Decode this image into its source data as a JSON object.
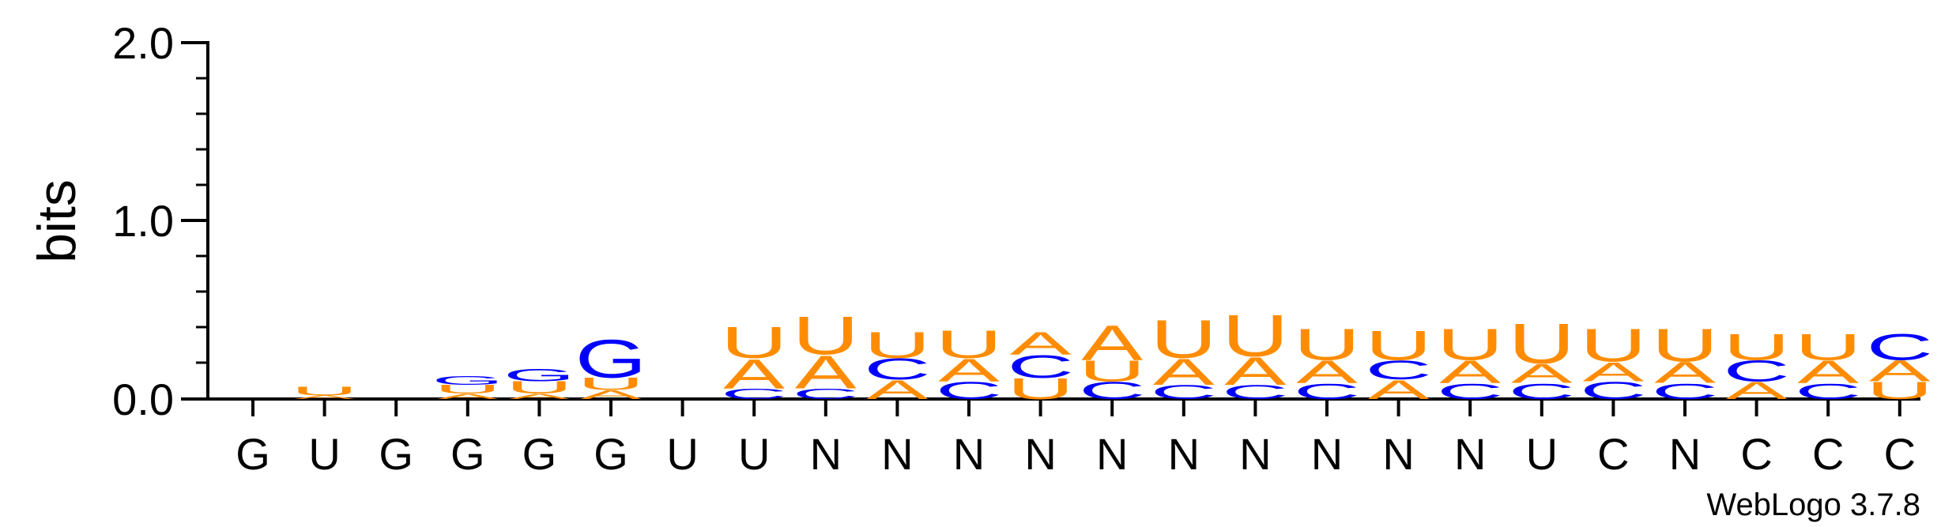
{
  "chart_data": {
    "type": "sequence-logo",
    "ylabel": "bits",
    "ylim": [
      0,
      2.0
    ],
    "yticks": [
      "0.0",
      "1.0",
      "2.0"
    ],
    "credit": "WebLogo 3.7.8",
    "colors": {
      "A": "#ff8c00",
      "U": "#ff8c00",
      "C": "#0000ff",
      "G": "#0000ff"
    },
    "positions": [
      {
        "label": "G",
        "stack": []
      },
      {
        "label": "U",
        "stack": [
          [
            "A",
            0.02
          ],
          [
            "U",
            0.05
          ]
        ]
      },
      {
        "label": "G",
        "stack": []
      },
      {
        "label": "G",
        "stack": [
          [
            "A",
            0.03
          ],
          [
            "U",
            0.05
          ],
          [
            "G",
            0.05
          ]
        ]
      },
      {
        "label": "G",
        "stack": [
          [
            "A",
            0.03
          ],
          [
            "U",
            0.07
          ],
          [
            "G",
            0.07
          ]
        ]
      },
      {
        "label": "G",
        "stack": [
          [
            "A",
            0.05
          ],
          [
            "U",
            0.07
          ],
          [
            "G",
            0.22
          ]
        ]
      },
      {
        "label": "U",
        "stack": []
      },
      {
        "label": "U",
        "stack": [
          [
            "C",
            0.06
          ],
          [
            "A",
            0.17
          ],
          [
            "U",
            0.18
          ]
        ]
      },
      {
        "label": "N",
        "stack": [
          [
            "C",
            0.06
          ],
          [
            "A",
            0.19
          ],
          [
            "U",
            0.22
          ]
        ]
      },
      {
        "label": "N",
        "stack": [
          [
            "A",
            0.11
          ],
          [
            "C",
            0.12
          ],
          [
            "U",
            0.15
          ]
        ]
      },
      {
        "label": "N",
        "stack": [
          [
            "C",
            0.1
          ],
          [
            "A",
            0.13
          ],
          [
            "U",
            0.16
          ]
        ]
      },
      {
        "label": "N",
        "stack": [
          [
            "U",
            0.12
          ],
          [
            "C",
            0.13
          ],
          [
            "A",
            0.13
          ]
        ]
      },
      {
        "label": "N",
        "stack": [
          [
            "C",
            0.1
          ],
          [
            "U",
            0.12
          ],
          [
            "A",
            0.2
          ]
        ]
      },
      {
        "label": "N",
        "stack": [
          [
            "C",
            0.08
          ],
          [
            "A",
            0.15
          ],
          [
            "U",
            0.22
          ]
        ]
      },
      {
        "label": "N",
        "stack": [
          [
            "C",
            0.08
          ],
          [
            "A",
            0.16
          ],
          [
            "U",
            0.24
          ]
        ]
      },
      {
        "label": "N",
        "stack": [
          [
            "C",
            0.09
          ],
          [
            "A",
            0.13
          ],
          [
            "U",
            0.18
          ]
        ]
      },
      {
        "label": "N",
        "stack": [
          [
            "A",
            0.11
          ],
          [
            "C",
            0.11
          ],
          [
            "U",
            0.17
          ]
        ]
      },
      {
        "label": "N",
        "stack": [
          [
            "C",
            0.09
          ],
          [
            "A",
            0.13
          ],
          [
            "U",
            0.18
          ]
        ]
      },
      {
        "label": "U",
        "stack": [
          [
            "C",
            0.09
          ],
          [
            "A",
            0.11
          ],
          [
            "U",
            0.23
          ]
        ]
      },
      {
        "label": "C",
        "stack": [
          [
            "C",
            0.1
          ],
          [
            "A",
            0.11
          ],
          [
            "U",
            0.19
          ]
        ]
      },
      {
        "label": "N",
        "stack": [
          [
            "C",
            0.09
          ],
          [
            "A",
            0.12
          ],
          [
            "U",
            0.19
          ]
        ]
      },
      {
        "label": "C",
        "stack": [
          [
            "A",
            0.1
          ],
          [
            "C",
            0.12
          ],
          [
            "U",
            0.15
          ]
        ]
      },
      {
        "label": "C",
        "stack": [
          [
            "C",
            0.09
          ],
          [
            "A",
            0.13
          ],
          [
            "U",
            0.15
          ]
        ]
      },
      {
        "label": "C",
        "stack": [
          [
            "U",
            0.1
          ],
          [
            "A",
            0.12
          ],
          [
            "C",
            0.15
          ]
        ]
      }
    ]
  }
}
